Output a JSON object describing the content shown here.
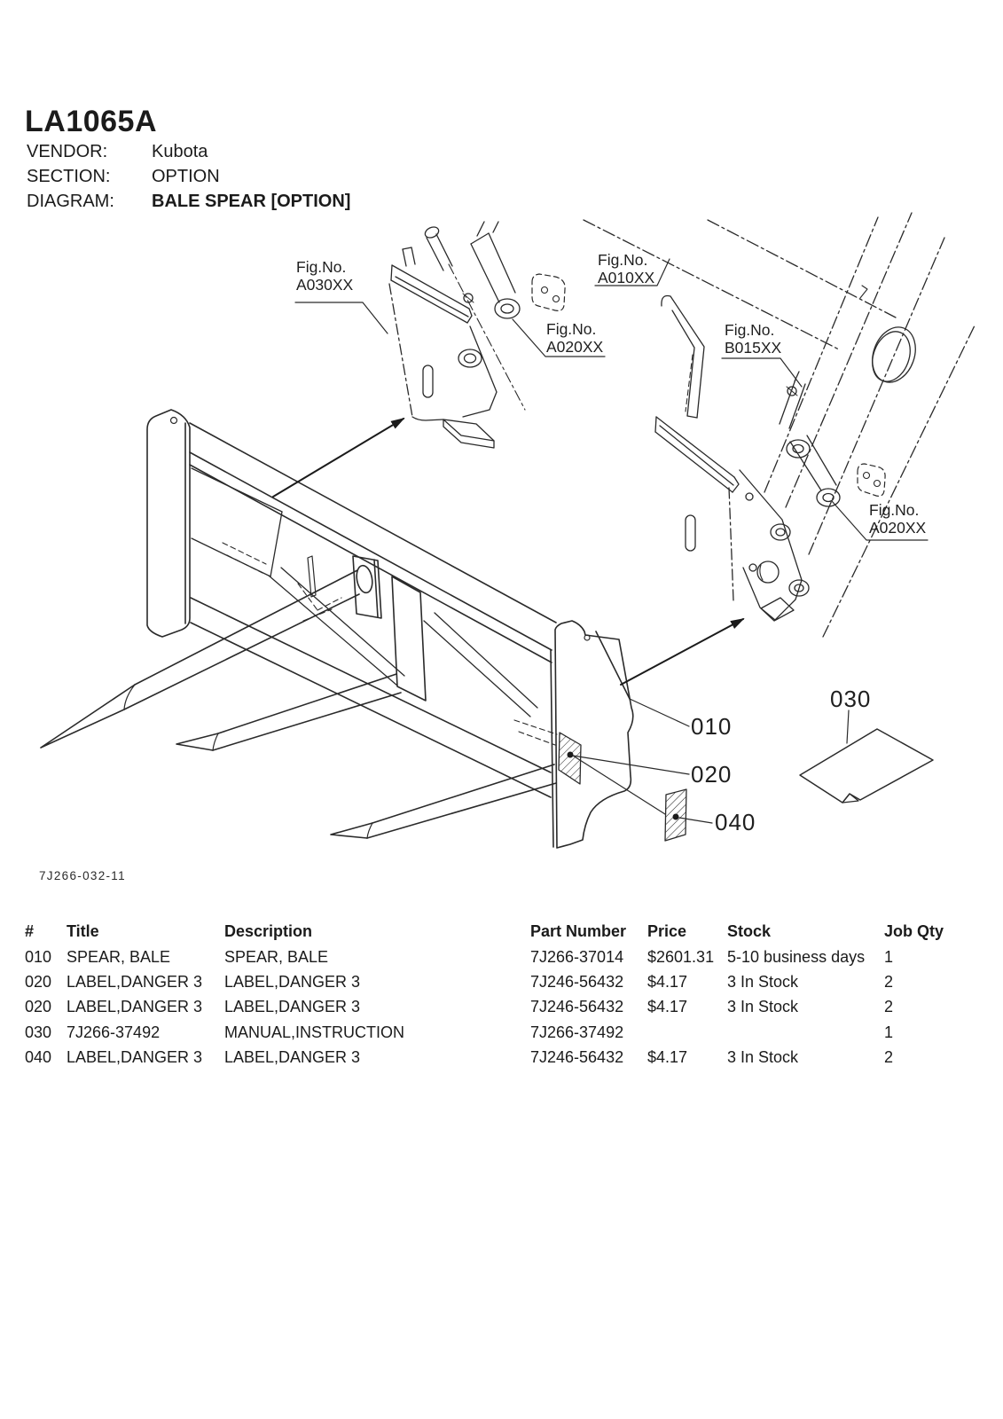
{
  "header": {
    "title": "LA1065A",
    "fields": [
      {
        "label": "VENDOR:",
        "value": "Kubota"
      },
      {
        "label": "SECTION:",
        "value": "OPTION"
      },
      {
        "label": "DIAGRAM:",
        "value": "BALE SPEAR [OPTION]"
      }
    ]
  },
  "diagram": {
    "drawing_number": "7J266-032-11",
    "fig_label_prefix": "Fig.No.",
    "fig_callouts": [
      {
        "code": "A030XX"
      },
      {
        "code": "A020XX"
      },
      {
        "code": "A010XX"
      },
      {
        "code": "B015XX"
      },
      {
        "code": "A020XX"
      }
    ],
    "part_callouts": [
      {
        "label": "010"
      },
      {
        "label": "020"
      },
      {
        "label": "030"
      },
      {
        "label": "040"
      }
    ]
  },
  "parts_table": {
    "columns": [
      "#",
      "Title",
      "Description",
      "Part Number",
      "Price",
      "Stock",
      "Job Qty"
    ],
    "rows": [
      {
        "num": "010",
        "title": "SPEAR, BALE",
        "description": "SPEAR, BALE",
        "part_number": "7J266-37014",
        "price": "$2601.31",
        "stock": "5-10 business days",
        "job_qty": "1"
      },
      {
        "num": "020",
        "title": "LABEL,DANGER 3",
        "description": "LABEL,DANGER 3",
        "part_number": "7J246-56432",
        "price": "$4.17",
        "stock": "3 In Stock",
        "job_qty": "2"
      },
      {
        "num": "020",
        "title": "LABEL,DANGER 3",
        "description": "LABEL,DANGER 3",
        "part_number": "7J246-56432",
        "price": "$4.17",
        "stock": "3 In Stock",
        "job_qty": "2"
      },
      {
        "num": "030",
        "title": "7J266-37492",
        "description": "MANUAL,INSTRUCTION",
        "part_number": "7J266-37492",
        "price": "",
        "stock": "",
        "job_qty": "1"
      },
      {
        "num": "040",
        "title": "LABEL,DANGER 3",
        "description": "LABEL,DANGER 3",
        "part_number": "7J246-56432",
        "price": "$4.17",
        "stock": "3 In Stock",
        "job_qty": "2"
      }
    ]
  }
}
